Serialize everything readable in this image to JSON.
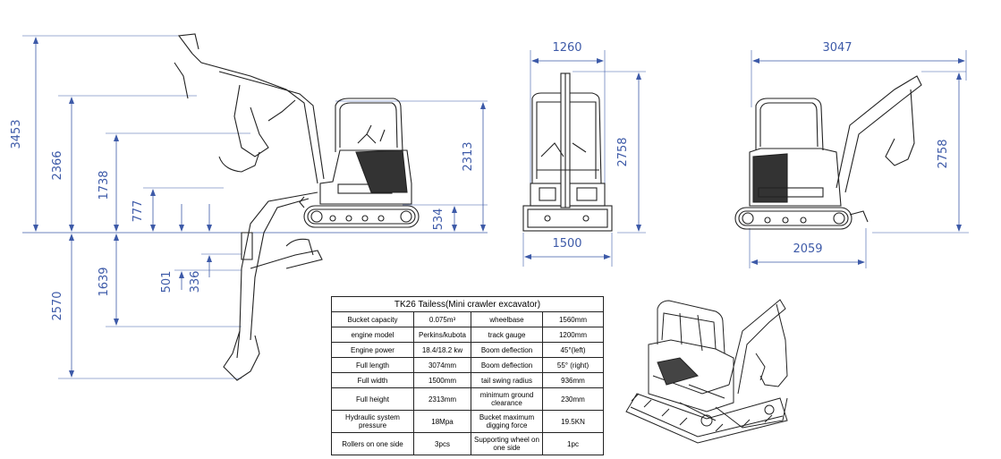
{
  "dimensions": {
    "side_view": [
      "3453",
      "2366",
      "1738",
      "777",
      "501",
      "336",
      "1639",
      "2570",
      "2313",
      "534"
    ],
    "front_view": [
      "1260",
      "2758",
      "1500"
    ],
    "rear_view": [
      "3047",
      "2758",
      "2059"
    ]
  },
  "colors": {
    "dimension": "#3d5aa8",
    "line": "#222222"
  },
  "spec_table": {
    "title": "TK26 Tailess(Mini crawler excavator)",
    "rows": [
      [
        "Bucket capacity",
        "0.075m³",
        "wheelbase",
        "1560mm"
      ],
      [
        "engine model",
        "Perkins/kubota",
        "track gauge",
        "1200mm"
      ],
      [
        "Engine power",
        "18.4/18.2 kw",
        "Boom deflection",
        "45°(left)"
      ],
      [
        "Full length",
        "3074mm",
        "Boom deflection",
        "55° (right)"
      ],
      [
        "Full width",
        "1500mm",
        "tail swing radius",
        "936mm"
      ],
      [
        "Full height",
        "2313mm",
        "minimum ground clearance",
        "230mm"
      ],
      [
        "Hydraulic system pressure",
        "18Mpa",
        "Bucket maximum digging force",
        "19.5KN"
      ],
      [
        "Rollers on one side",
        "3pcs",
        "Supporting wheel on one side",
        "1pc"
      ]
    ]
  }
}
